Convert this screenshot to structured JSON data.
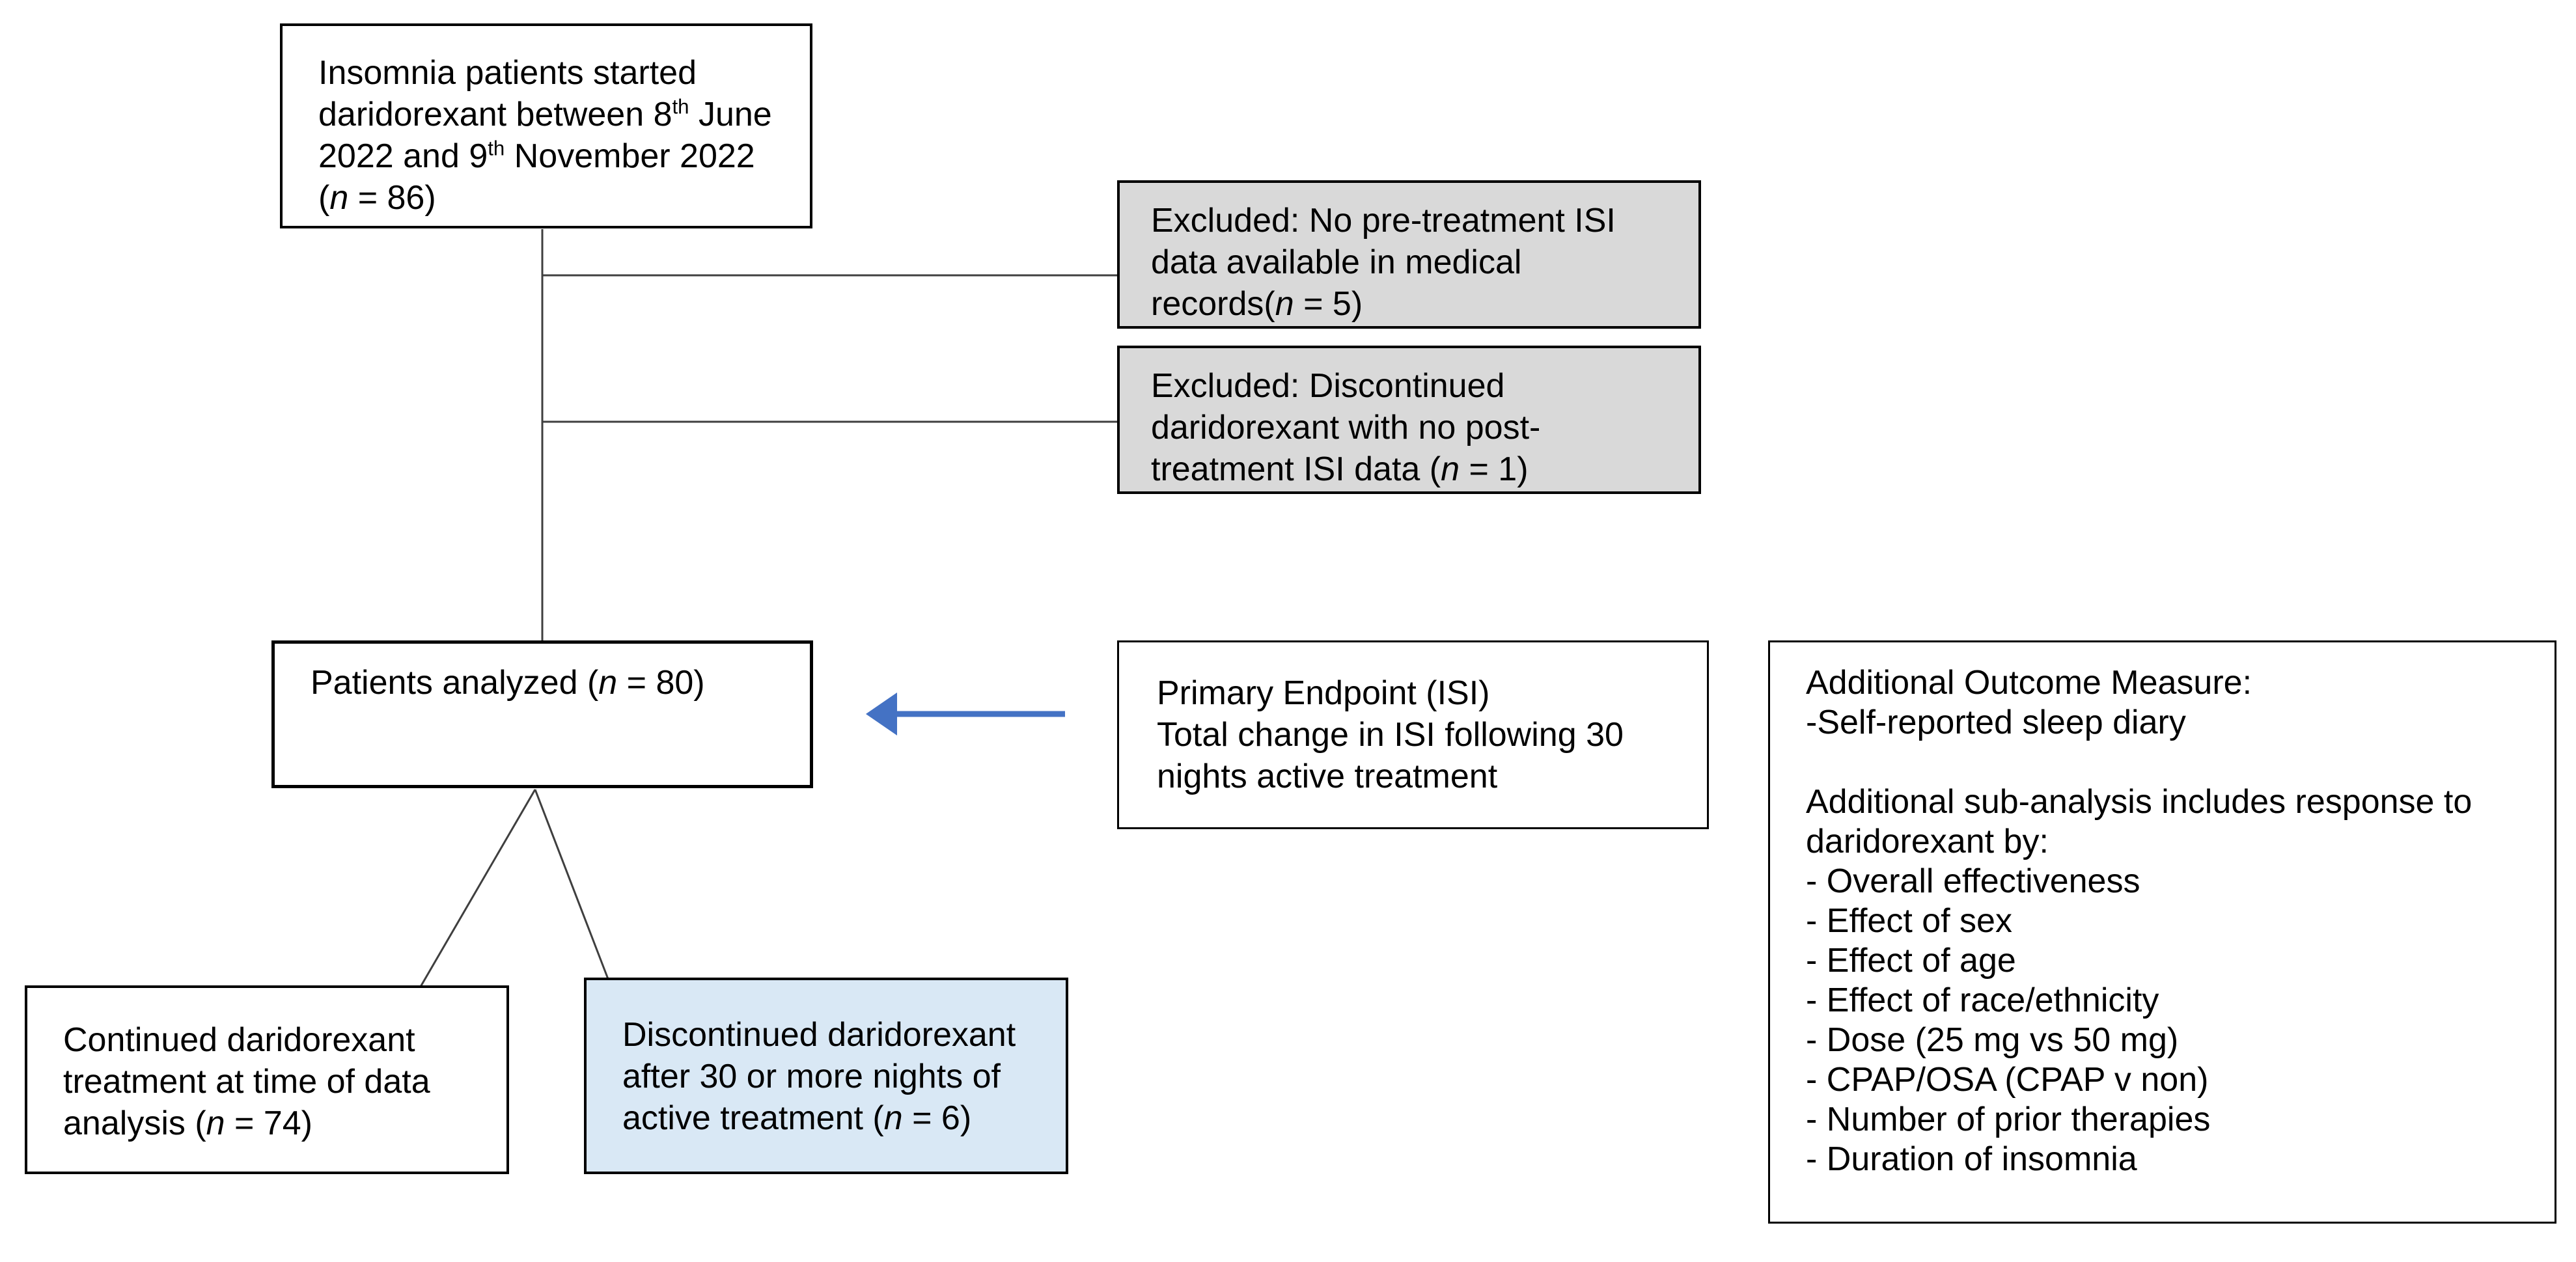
{
  "figure": {
    "type": "patient-flow-diagram",
    "colors": {
      "excluded_fill": "#d9d9d9",
      "highlight_fill": "#d9e8f5",
      "arrow_blue": "#4472c4",
      "connector": "#3f3f3f"
    },
    "boxes": {
      "start": {
        "lines": [
          [
            {
              "t": "Insomnia patients started"
            }
          ],
          [
            {
              "t": "daridorexant between 8"
            },
            {
              "t": "th",
              "sup": true
            },
            {
              "t": " June"
            }
          ],
          [
            {
              "t": "2022 and 9"
            },
            {
              "t": "th",
              "sup": true
            },
            {
              "t": " November 2022"
            }
          ],
          [
            {
              "t": "("
            },
            {
              "t": "n",
              "i": true
            },
            {
              "t": " = 86)"
            }
          ]
        ]
      },
      "excluded_pretreatment": {
        "lines": [
          [
            {
              "t": "Excluded: No pre-treatment ISI"
            }
          ],
          [
            {
              "t": "data available in medical"
            }
          ],
          [
            {
              "t": "records("
            },
            {
              "t": "n",
              "i": true
            },
            {
              "t": " = 5)"
            }
          ]
        ]
      },
      "excluded_discontinued": {
        "lines": [
          [
            {
              "t": "Excluded: Discontinued"
            }
          ],
          [
            {
              "t": "daridorexant with no post-"
            }
          ],
          [
            {
              "t": "treatment ISI data ("
            },
            {
              "t": "n",
              "i": true
            },
            {
              "t": " = 1)"
            }
          ]
        ]
      },
      "analyzed": {
        "lines": [
          [
            {
              "t": "Patients analyzed ("
            },
            {
              "t": "n",
              "i": true
            },
            {
              "t": " = 80)"
            }
          ]
        ]
      },
      "primary_endpoint": {
        "lines": [
          [
            {
              "t": "Primary Endpoint (ISI)"
            }
          ],
          [
            {
              "t": "Total change in ISI following 30"
            }
          ],
          [
            {
              "t": "nights active treatment"
            }
          ]
        ]
      },
      "additional_outcomes": {
        "lines": [
          [
            {
              "t": "Additional Outcome Measure:"
            }
          ],
          [
            {
              "t": "-Self-reported sleep diary"
            }
          ],
          [],
          [
            {
              "t": "Additional sub-analysis includes response to"
            }
          ],
          [
            {
              "t": "daridorexant by:"
            }
          ],
          [
            {
              "t": "- Overall effectiveness"
            }
          ],
          [
            {
              "t": "- Effect of sex"
            }
          ],
          [
            {
              "t": "- Effect of age"
            }
          ],
          [
            {
              "t": "- Effect of race/ethnicity"
            }
          ],
          [
            {
              "t": "- Dose (25 mg vs 50 mg)"
            }
          ],
          [
            {
              "t": "- CPAP/OSA (CPAP v non)"
            }
          ],
          [
            {
              "t": "- Number of prior therapies"
            }
          ],
          [
            {
              "t": "- Duration of insomnia"
            }
          ]
        ]
      },
      "continued_treatment": {
        "lines": [
          [
            {
              "t": "Continued daridorexant"
            }
          ],
          [
            {
              "t": "treatment at time of data"
            }
          ],
          [
            {
              "t": "analysis ("
            },
            {
              "t": "n",
              "i": true
            },
            {
              "t": " = 74)"
            }
          ]
        ]
      },
      "discontinued_treatment": {
        "lines": [
          [
            {
              "t": "Discontinued daridorexant"
            }
          ],
          [
            {
              "t": "after 30 or more nights of"
            }
          ],
          [
            {
              "t": "active treatment ("
            },
            {
              "t": "n",
              "i": true
            },
            {
              "t": " = 6)"
            }
          ]
        ]
      }
    }
  }
}
